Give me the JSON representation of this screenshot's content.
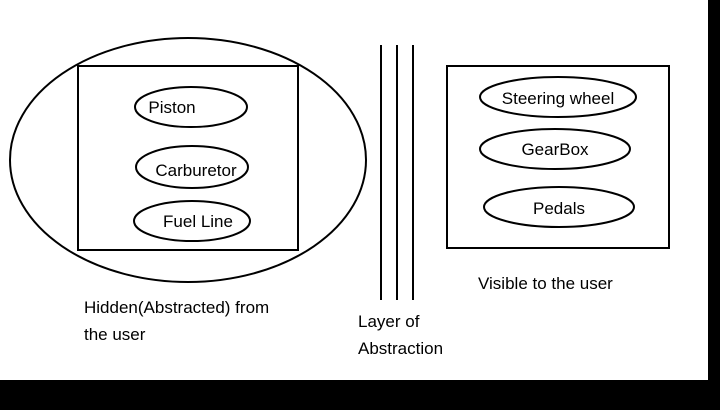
{
  "hidden_group": {
    "items": [
      "Piston",
      "Carburetor",
      "Fuel Line"
    ],
    "caption_line1": "Hidden(Abstracted) from",
    "caption_line2": "the user"
  },
  "abstraction_layer": {
    "label_line1": "Layer of",
    "label_line2": "Abstraction"
  },
  "visible_group": {
    "items": [
      "Steering wheel",
      "GearBox",
      "Pedals"
    ],
    "caption": "Visible to the user"
  },
  "colors": {
    "background": "#ffffff",
    "stroke": "#000000",
    "frame": "#000000"
  }
}
